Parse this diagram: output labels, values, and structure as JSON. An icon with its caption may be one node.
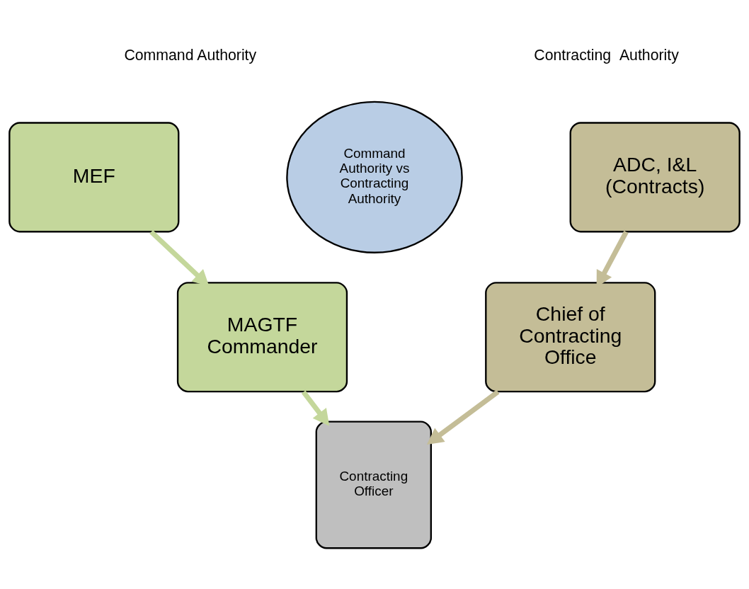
{
  "diagram": {
    "nodes": [
      {
        "text": [
          "MEF"
        ]
      },
      {
        "text": [
          "MAGTF Commander"
        ]
      },
      {
        "text": [
          "Command Authority vs Contracting Authority"
        ]
      },
      {
        "text": [
          "ADC, I&L (Contracts)"
        ]
      },
      {
        "text": [
          "Chief of Contracting Office"
        ]
      },
      {
        "text": [
          "Contracting Officer"
        ]
      }
    ],
    "edges": [
      {
        "from": 0,
        "to": 1,
        "arrow": "to",
        "color": "#c4d79b"
      },
      {
        "from": 1,
        "to": 5,
        "arrow": "to",
        "color": "#c4d79b"
      },
      {
        "from": 3,
        "to": 4,
        "arrow": "to",
        "color": "#c4bd97"
      },
      {
        "from": 4,
        "to": 5,
        "arrow": "to",
        "color": "#c4bd97"
      }
    ],
    "labels": [
      "Command Authority",
      "Contracting  Authority"
    ]
  }
}
